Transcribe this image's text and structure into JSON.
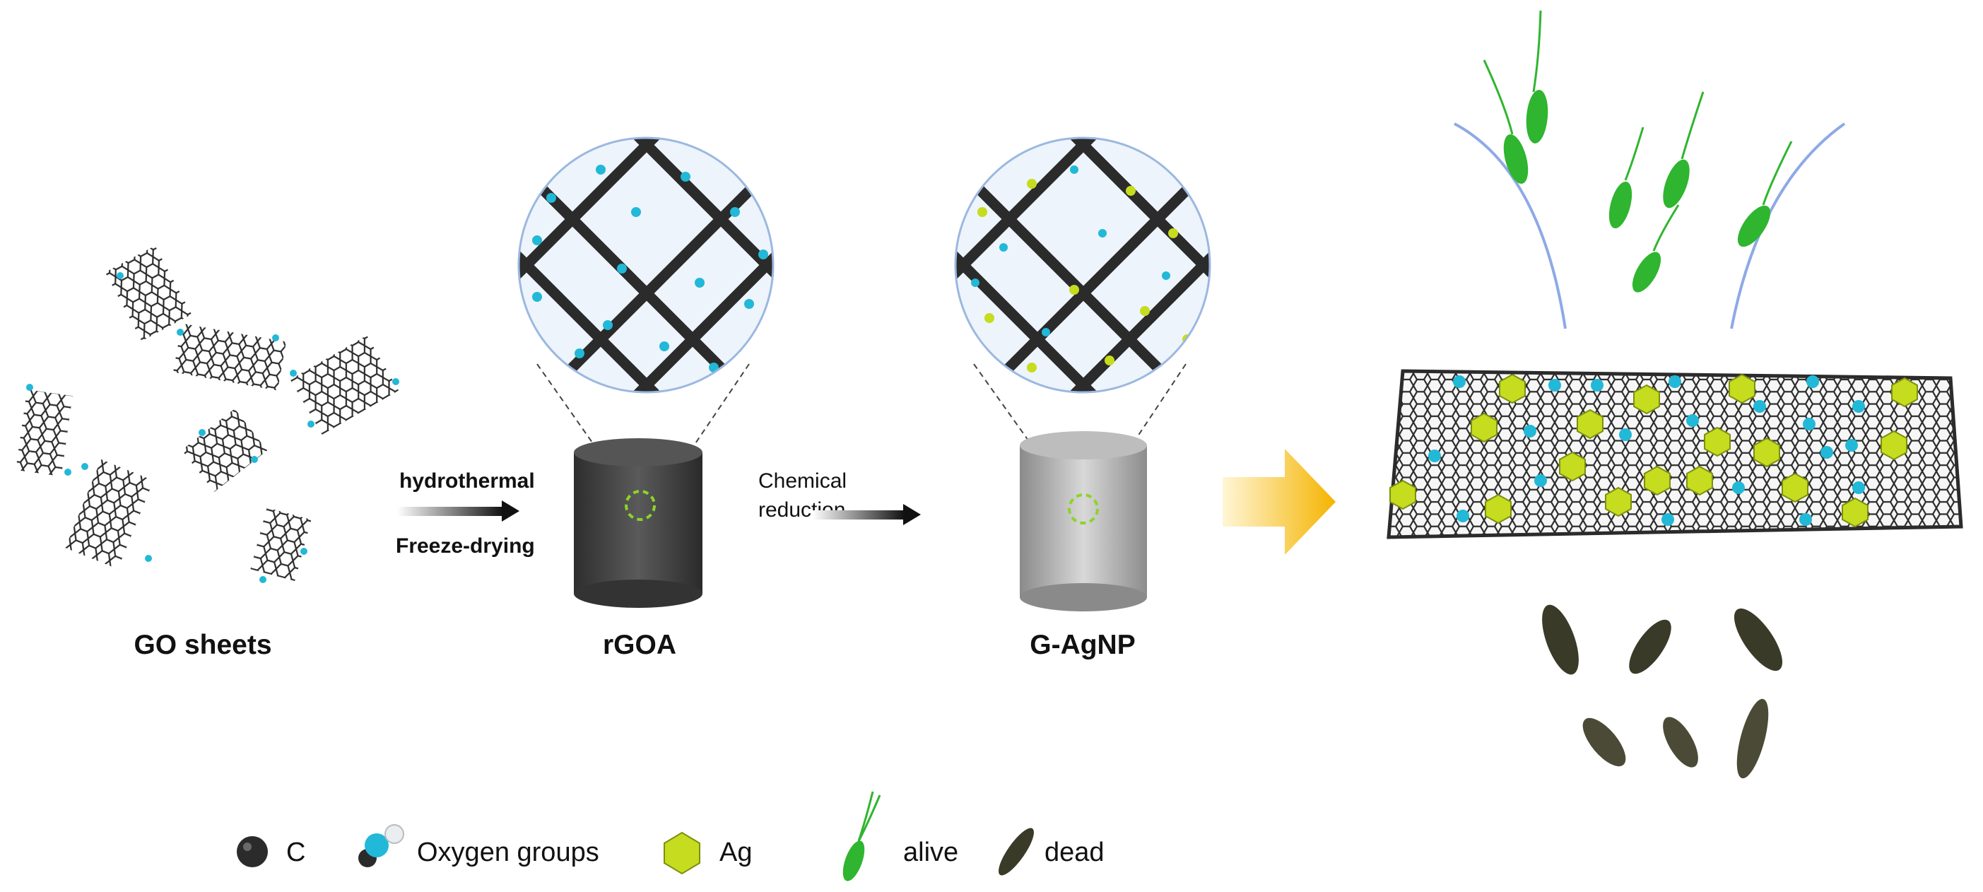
{
  "labels": {
    "go_sheets": "GO sheets",
    "rgoa": "rGOA",
    "gagnp": "G-AgNP"
  },
  "arrows": {
    "step1_top": "hydrothermal",
    "step1_bottom": "Freeze-drying",
    "step2_line1": "Chemical",
    "step2_line2": "reduction"
  },
  "legend": {
    "carbon": "C",
    "oxygen": "Oxygen groups",
    "silver": "Ag",
    "alive": "alive",
    "dead": "dead"
  },
  "colors": {
    "carbon": "#2b2b2b",
    "oxygen": "#22b8d8",
    "silver": "#c6dc1e",
    "alive": "#2fb52f",
    "dead": "#3a3a28",
    "big_arrow": "#f5b400",
    "lens": "#9bb8e0"
  },
  "icons": [
    "carbon-atom-icon",
    "oxygen-group-icon",
    "silver-crystal-icon",
    "alive-bacterium-icon",
    "dead-bacterium-icon"
  ]
}
